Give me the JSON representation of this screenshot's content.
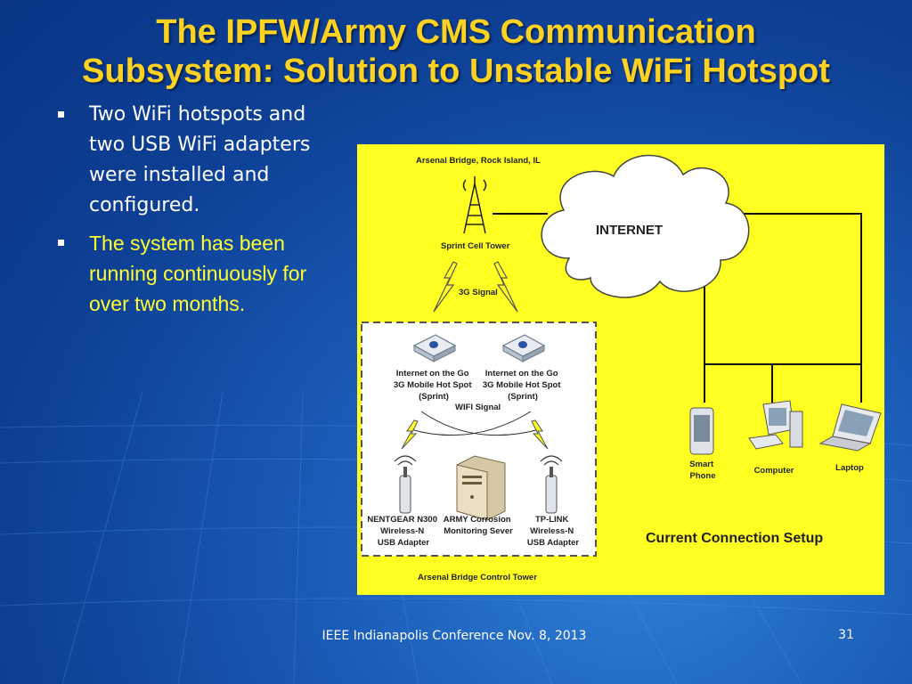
{
  "slide": {
    "title_line1": "The IPFW/Army CMS Communication",
    "title_line2": "Subsystem: Solution to Unstable WiFi Hotspot",
    "bullets": [
      "Two WiFi hotspots and two USB WiFi adapters were installed and configured.",
      "The system has been running continuously for over two months."
    ],
    "footer": "IEEE Indianapolis Conference Nov. 8, 2013",
    "page_number": "31"
  },
  "diagram": {
    "top_location": "Arsenal Bridge, Rock Island, IL",
    "tower_label": "Sprint Cell Tower",
    "signal_3g": "3G Signal",
    "cloud_label": "INTERNET",
    "hotspot_left": [
      "Internet on the Go",
      "3G Mobile Hot Spot",
      "(Sprint)"
    ],
    "hotspot_right": [
      "Internet on the Go",
      "3G Mobile Hot Spot",
      "(Sprint)"
    ],
    "wifi_signal": "WIFI Signal",
    "adapter_left": [
      "NENTGEAR N300",
      "Wireless-N",
      "USB Adapter"
    ],
    "server": [
      "ARMY Corrosion",
      "Monitoring Sever"
    ],
    "adapter_right": [
      "TP-LINK",
      "Wireless-N",
      "USB Adapter"
    ],
    "device_phone": [
      "Smart",
      "Phone"
    ],
    "device_computer": "Computer",
    "device_laptop": "Laptop",
    "setup_caption": "Current Connection Setup",
    "bottom_location": "Arsenal Bridge Control Tower"
  },
  "colors": {
    "title": "#ffd21f",
    "bullet2": "#ffff33",
    "diagram_bg": "#ffff22"
  }
}
